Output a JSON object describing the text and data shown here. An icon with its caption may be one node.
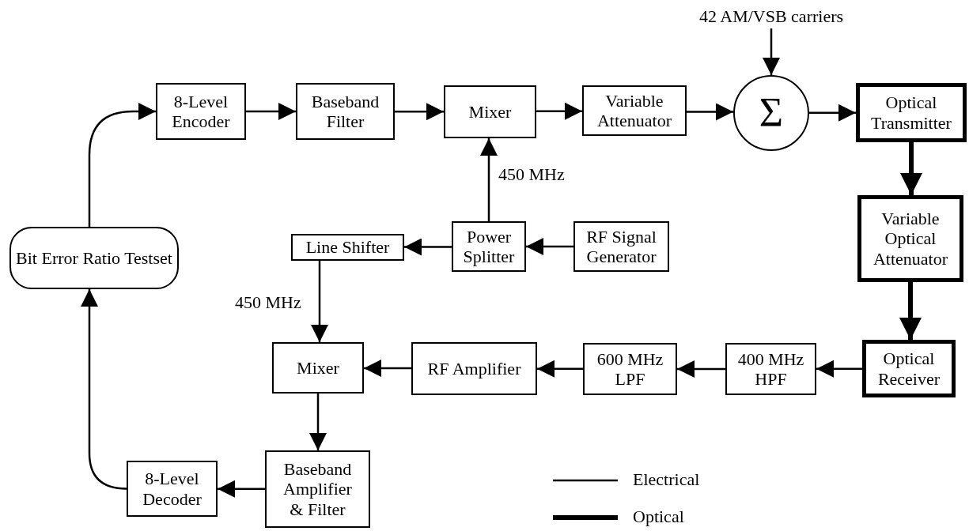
{
  "diagram": {
    "nodes": [
      {
        "text": [
          "Bit Error Ratio Testset"
        ]
      },
      {
        "text": [
          "8-Level Encoder"
        ]
      },
      {
        "text": [
          "Baseband Filter"
        ]
      },
      {
        "text": [
          "Mixer"
        ]
      },
      {
        "text": [
          "Variable Attenuator"
        ]
      },
      {
        "text": [
          "Σ"
        ]
      },
      {
        "text": [
          "Optical Transmitter"
        ]
      },
      {
        "text": [
          "Variable Optical Attenuator"
        ]
      },
      {
        "text": [
          "Optical Receiver"
        ]
      },
      {
        "text": [
          "400 MHz HPF"
        ]
      },
      {
        "text": [
          "600 MHz LPF"
        ]
      },
      {
        "text": [
          "RF Amplifier"
        ]
      },
      {
        "text": [
          "Mixer"
        ]
      },
      {
        "text": [
          "Baseband Amplifier & Filter"
        ]
      },
      {
        "text": [
          "8-Level Decoder"
        ]
      },
      {
        "text": [
          "Line Shifter"
        ]
      },
      {
        "text": [
          "Power Splitter"
        ]
      },
      {
        "text": [
          "RF Signal Generator"
        ]
      },
      {
        "text": [
          "42 AM/VSB carriers"
        ]
      }
    ],
    "edges": [
      {
        "from": 0,
        "to": 1,
        "arrow": "to"
      },
      {
        "from": 1,
        "to": 2,
        "arrow": "to"
      },
      {
        "from": 2,
        "to": 3,
        "arrow": "to"
      },
      {
        "from": 3,
        "to": 4,
        "arrow": "to"
      },
      {
        "from": 4,
        "to": 5,
        "arrow": "to"
      },
      {
        "from": 18,
        "to": 5,
        "arrow": "to"
      },
      {
        "from": 5,
        "to": 6,
        "arrow": "to"
      },
      {
        "from": 6,
        "to": 7,
        "arrow": "to",
        "style": "thick"
      },
      {
        "from": 7,
        "to": 8,
        "arrow": "to",
        "style": "thick"
      },
      {
        "from": 8,
        "to": 9,
        "arrow": "to"
      },
      {
        "from": 9,
        "to": 10,
        "arrow": "to"
      },
      {
        "from": 10,
        "to": 11,
        "arrow": "to"
      },
      {
        "from": 11,
        "to": 12,
        "arrow": "to"
      },
      {
        "from": 12,
        "to": 13,
        "arrow": "to"
      },
      {
        "from": 13,
        "to": 14,
        "arrow": "to"
      },
      {
        "from": 14,
        "to": 0,
        "arrow": "to"
      },
      {
        "from": 16,
        "to": 3,
        "arrow": "to",
        "label": "450 MHz"
      },
      {
        "from": 17,
        "to": 16,
        "arrow": "to"
      },
      {
        "from": 16,
        "to": 15,
        "arrow": "to"
      },
      {
        "from": 15,
        "to": 12,
        "arrow": "to",
        "label": "450 MHz"
      }
    ],
    "legend": [
      {
        "text": "Electrical"
      },
      {
        "text": "Optical"
      }
    ]
  }
}
